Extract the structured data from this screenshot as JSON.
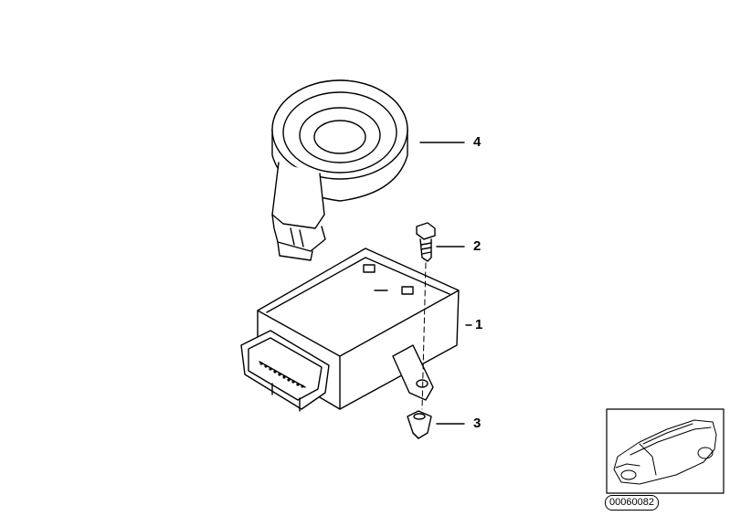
{
  "diagram": {
    "parts": [
      {
        "number": "1",
        "name": "control-unit"
      },
      {
        "number": "2",
        "name": "screw"
      },
      {
        "number": "3",
        "name": "clip-nut"
      },
      {
        "number": "4",
        "name": "ring-antenna"
      }
    ],
    "reference_code": "00060082"
  }
}
